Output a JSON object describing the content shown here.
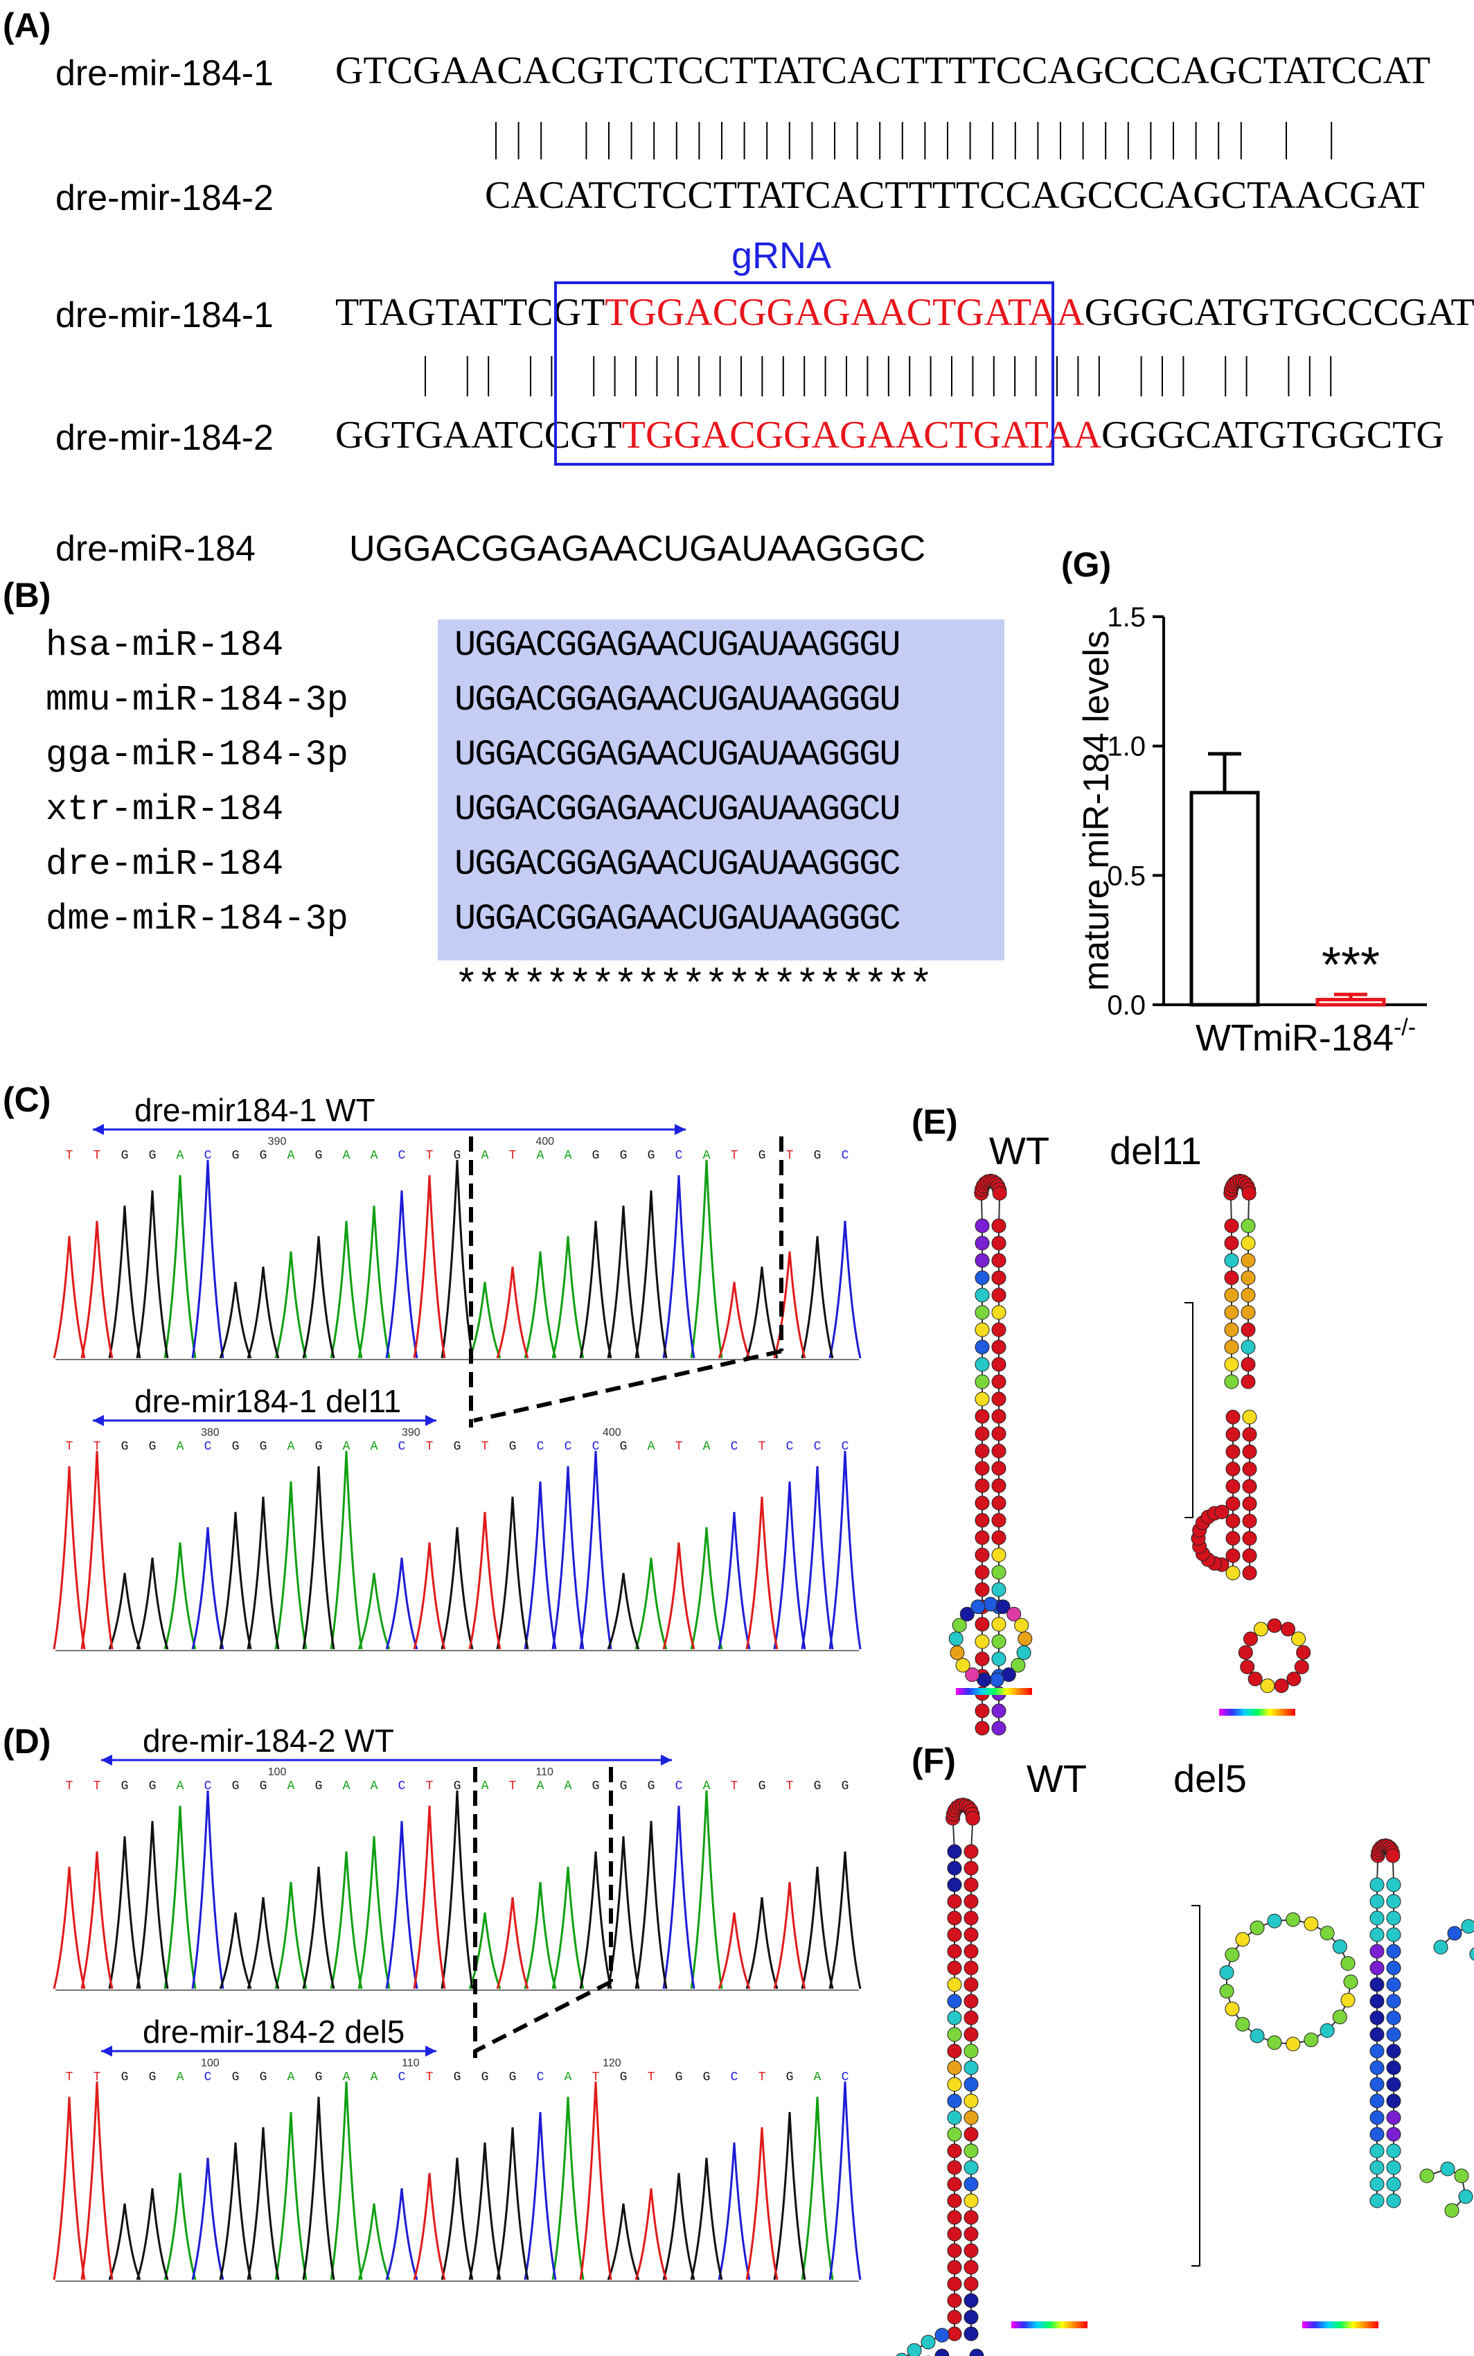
{
  "panelA": {
    "label": "(A)",
    "rows": [
      {
        "name": "dre-mir-184-1",
        "pre": "GTCGAACACGTCTCCTTATCACTTTTCCAGCCCAGCTATCCAT",
        "red": "",
        "post": ""
      },
      {
        "name": "dre-mir-184-2",
        "pre": "CACATCTCCTTATCACTTTTCCAGCCCAGCTAACGAT",
        "red": "",
        "post": ""
      },
      {
        "name": "dre-mir-184-1",
        "pre": "TTAGTATTCGT",
        "red": "TGGACGGAGAACTGATAA",
        "post": "GGGCATGTGCCCGAT"
      },
      {
        "name": "dre-mir-184-2",
        "pre": "GGTGAATCCGT",
        "red": "TGGACGGAGAACTGATAA",
        "post": "GGGCATGTGGCTG"
      }
    ],
    "grna_label": "gRNA",
    "mature_name": "dre-miR-184",
    "mature_seq": "UGGACGGAGAACUGAUAAGGGC"
  },
  "panelB": {
    "label": "(B)",
    "rows": [
      {
        "name": "hsa-miR-184",
        "core": "UGGACGGAGAACUGAUAAGG",
        "tail": "GU"
      },
      {
        "name": "mmu-miR-184-3p",
        "core": "UGGACGGAGAACUGAUAAGG",
        "tail": "GU"
      },
      {
        "name": "gga-miR-184-3p",
        "core": "UGGACGGAGAACUGAUAAGG",
        "tail": "GU"
      },
      {
        "name": "xtr-miR-184",
        "core": "UGGACGGAGAACUGAUAAGG",
        "tail": "CU"
      },
      {
        "name": "dre-miR-184",
        "core": "UGGACGGAGAACUGAUAAGG",
        "tail": "GC"
      },
      {
        "name": "dme-miR-184-3p",
        "core": "UGGACGGAGAACUGAUAAGG",
        "tail": "GC"
      }
    ],
    "stars": "*********************",
    "highlight_color": "#c5cdf5"
  },
  "panelC": {
    "label": "(C)",
    "wt_label": "dre-mir184-1 WT",
    "del_label": "dre-mir184-1 del11",
    "wt_bases": "TTGGACGGAGAACTGATAAGGGCATGTGC",
    "del_bases": "TTGGACGGAGAACTGTGCCCGATACTCCC",
    "wt_ticks": [
      "390",
      "400"
    ],
    "del_ticks": [
      "380",
      "390",
      "400"
    ]
  },
  "panelD": {
    "label": "(D)",
    "wt_label": "dre-mir-184-2 WT",
    "del_label": "dre-mir-184-2 del5",
    "wt_bases": "TTGGACGGAGAACTGATAAGGGCATGTGG",
    "del_bases": "TTGGACGGAGAACTGGGCATGTGGCTGAC",
    "wt_ticks": [
      "100",
      "110"
    ],
    "del_ticks": [
      "100",
      "110",
      "120"
    ]
  },
  "panelE": {
    "label": "(E)",
    "wt_label": "WT",
    "del_label": "del11",
    "scale_wt": [
      "0",
      "1"
    ],
    "scale_del": [
      "0",
      "1"
    ]
  },
  "panelF": {
    "label": "(F)",
    "wt_label": "WT",
    "del_label": "del5",
    "scale_wt": [
      "0",
      "1"
    ],
    "scale_del": [
      "0",
      "1"
    ]
  },
  "panelG": {
    "label": "(G)",
    "chart_data": {
      "type": "bar",
      "categories": [
        "WT",
        "miR-184"
      ],
      "category_superscript": [
        "",
        "-/-"
      ],
      "values": [
        0.82,
        0.02
      ],
      "errors": [
        0.15,
        0.02
      ],
      "ylabel": "mature miR-184 levels",
      "ylim": [
        0,
        1.5
      ],
      "yticks": [
        "0.0",
        "0.5",
        "1.0",
        "1.5"
      ],
      "significance": "***",
      "bar_colors": [
        "#000000",
        "#e8141b"
      ]
    }
  },
  "colors": {
    "blue": "#1e22e0",
    "red": "#e8141b",
    "trace_A": "#0fa012",
    "trace_C": "#1d1dd6",
    "trace_G": "#111111",
    "trace_T": "#e01b1b"
  }
}
